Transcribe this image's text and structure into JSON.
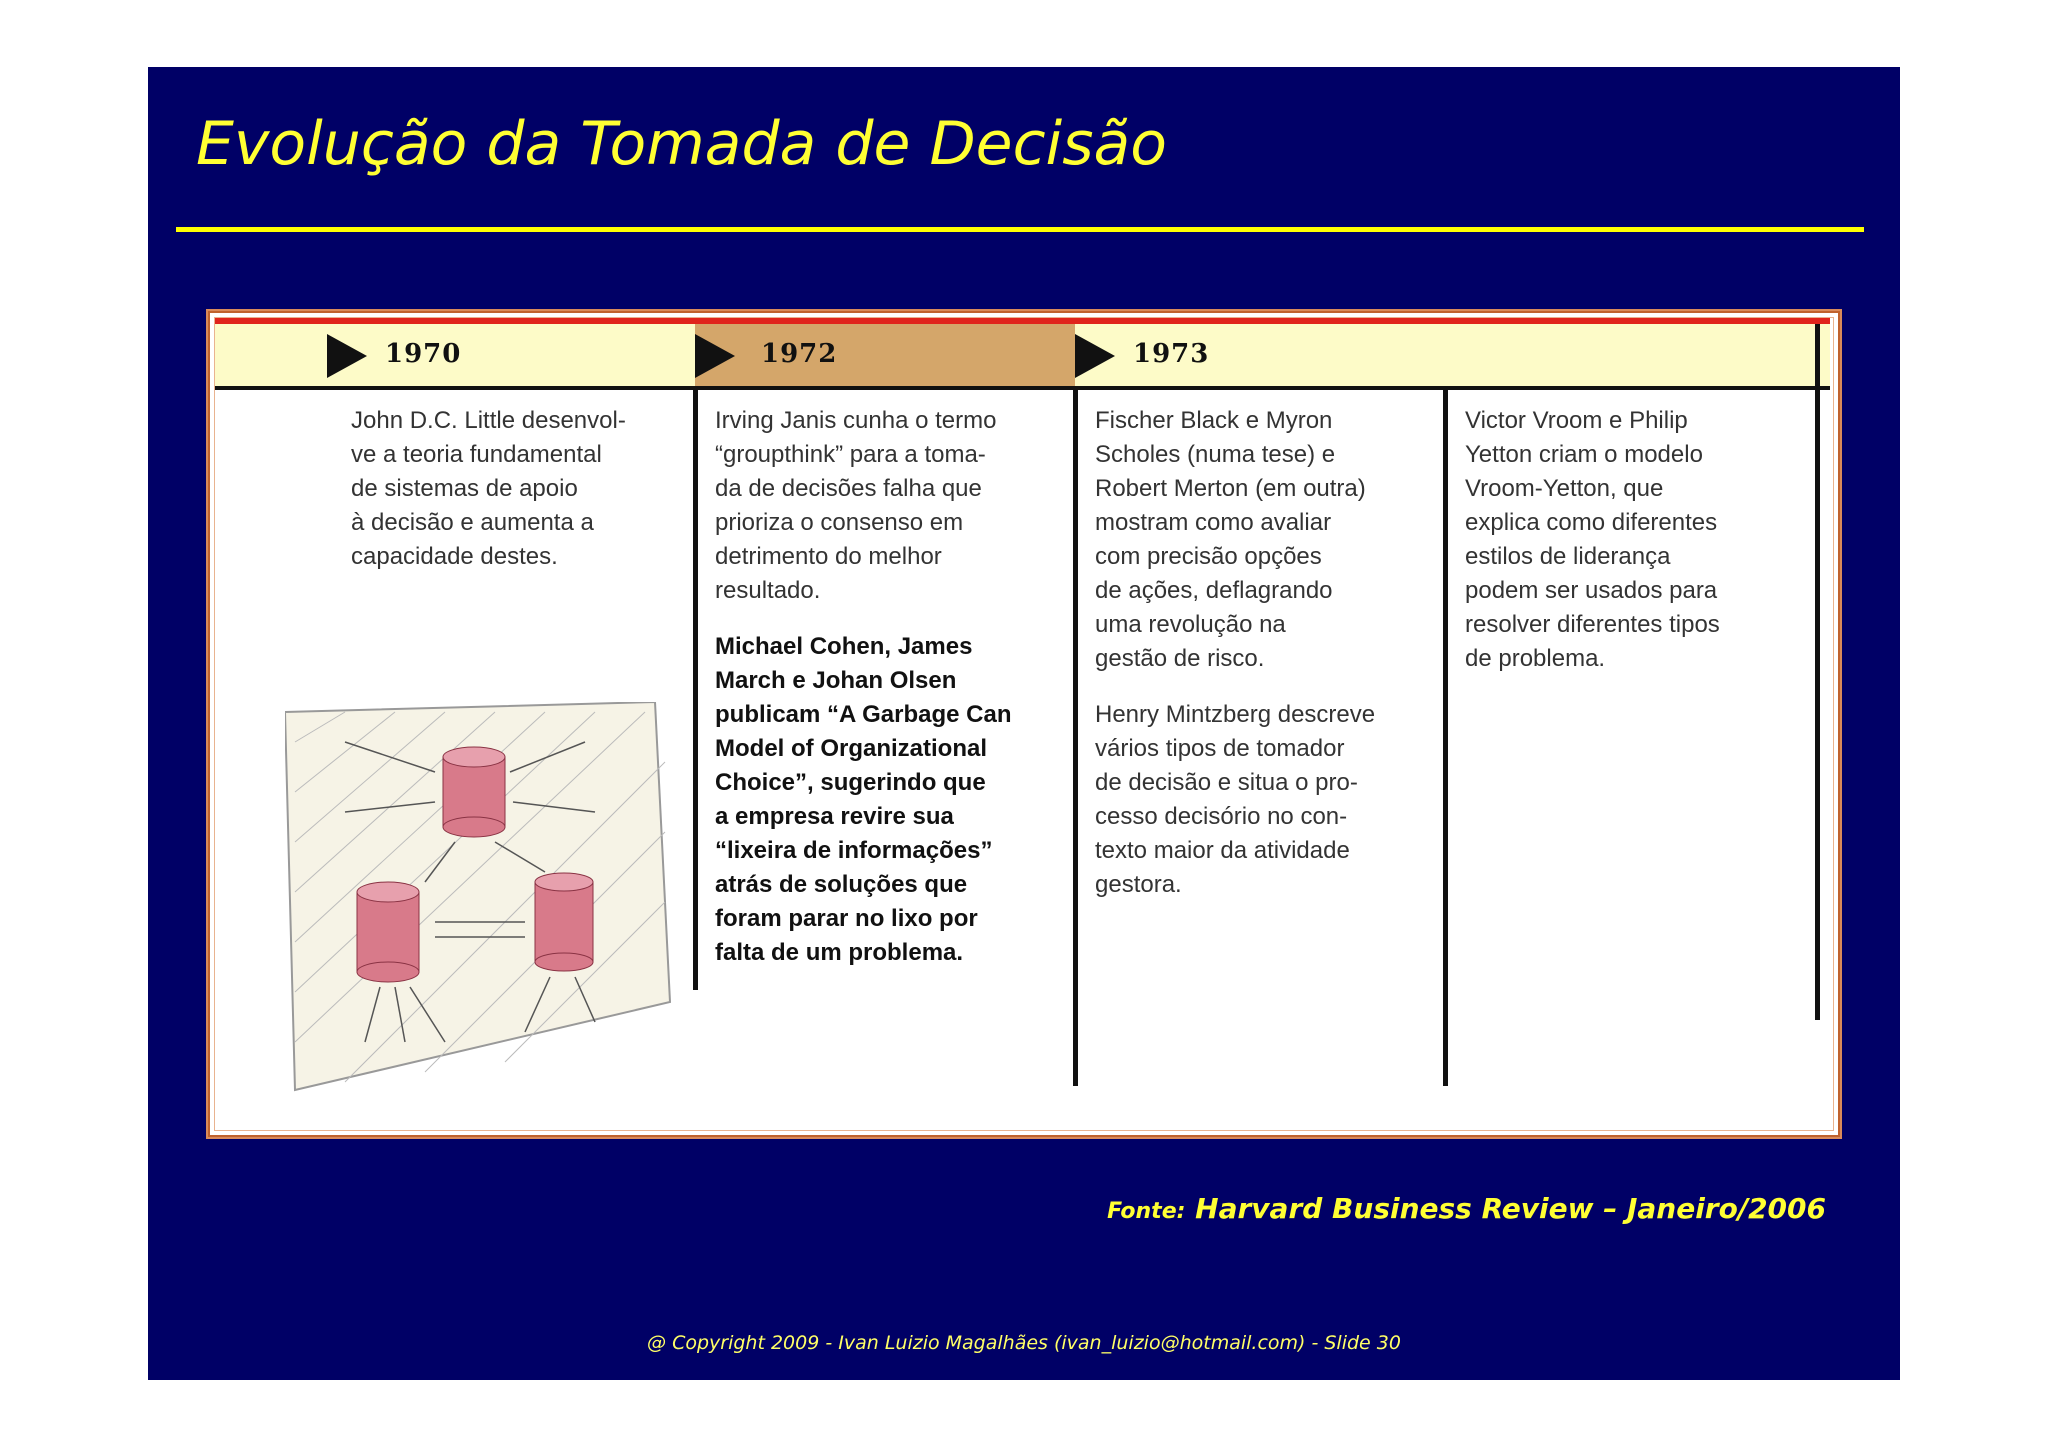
{
  "slide": {
    "title": "Evolução da Tomada de Decisão",
    "source_label": "Fonte:",
    "source_text": "Harvard Business Review – Janeiro/2006",
    "copyright": "@ Copyright 2009 - Ivan Luizio Magalhães (ivan_luizio@hotmail.com) - Slide 30"
  },
  "timeline": {
    "years": [
      "1970",
      "1972",
      "1973"
    ],
    "columns": [
      {
        "lines": [
          "John D.C. Little desenvol-",
          "ve a teoria fundamental",
          "de sistemas de apoio",
          "à decisão e aumenta a",
          "capacidade destes."
        ]
      },
      {
        "lines": [
          "Irving Janis cunha o termo",
          "“groupthink” para a toma-",
          "da de decisões falha que",
          "prioriza o consenso em",
          "detrimento do melhor",
          "resultado."
        ],
        "bold_lines": [
          "Michael Cohen, James",
          "March e Johan Olsen",
          "publicam “A Garbage Can",
          "Model of Organizational",
          "Choice”, sugerindo que",
          "a empresa revire sua",
          "“lixeira de informações”",
          "atrás de soluções que",
          "foram parar no lixo por",
          "falta de um problema."
        ]
      },
      {
        "lines": [
          "Fischer Black e Myron",
          "Scholes (numa tese) e",
          "Robert Merton (em outra)",
          "mostram como avaliar",
          "com precisão opções",
          "de ações, deflagrando",
          "uma revolução na",
          "gestão de risco."
        ],
        "lines2": [
          "Henry Mintzberg descreve",
          "vários tipos de tomador",
          "de decisão e situa o pro-",
          "cesso decisório no con-",
          "texto maior da atividade",
          "gestora."
        ]
      },
      {
        "lines": [
          "Victor Vroom e Philip",
          "Yetton criam o modelo",
          "Vroom-Yetton, que",
          "explica como diferentes",
          "estilos de liderança",
          "podem ser usados para",
          "resolver diferentes tipos",
          "de problema."
        ]
      }
    ]
  },
  "colors": {
    "background": "#000066",
    "title": "#ffff33",
    "rule": "#ffff00",
    "accent_red": "#e0241c",
    "band": "#fdfbc8",
    "band_1972": "#d4a66a"
  }
}
